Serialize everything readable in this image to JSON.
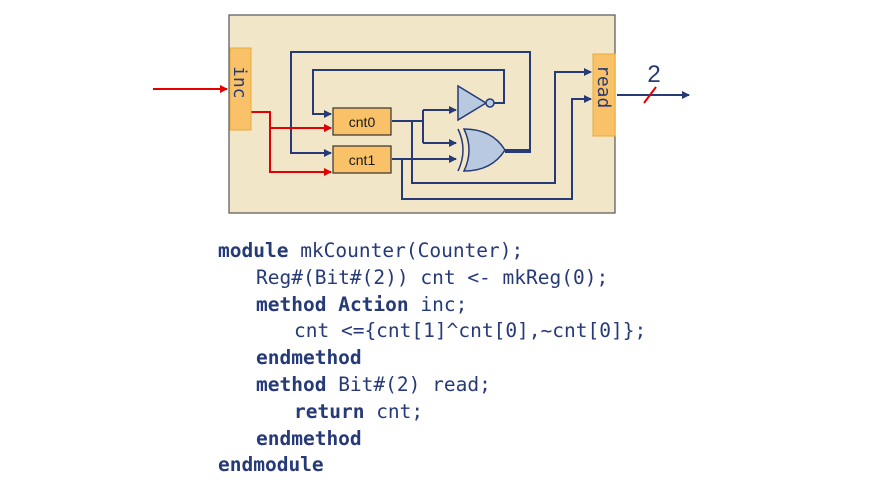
{
  "diagram": {
    "port_inc": "inc",
    "port_read": "read",
    "reg_cnt0": "cnt0",
    "reg_cnt1": "cnt1",
    "bus_width": "2"
  },
  "code": {
    "lines": [
      {
        "indent": 0,
        "segments": [
          {
            "kw": true,
            "text": "module"
          },
          {
            "kw": false,
            "text": " mkCounter(Counter);"
          }
        ]
      },
      {
        "indent": 1,
        "segments": [
          {
            "kw": false,
            "text": "Reg#(Bit#(2)) cnt <- mkReg(0);"
          }
        ]
      },
      {
        "indent": 1,
        "segments": [
          {
            "kw": true,
            "text": "method"
          },
          {
            "kw": false,
            "text": " "
          },
          {
            "kw": true,
            "text": "Action"
          },
          {
            "kw": false,
            "text": " inc;"
          }
        ]
      },
      {
        "indent": 2,
        "segments": [
          {
            "kw": false,
            "text": "cnt <={cnt[1]^cnt[0],~cnt[0]};"
          }
        ]
      },
      {
        "indent": 1,
        "segments": [
          {
            "kw": true,
            "text": "endmethod"
          }
        ]
      },
      {
        "indent": 1,
        "segments": [
          {
            "kw": true,
            "text": "method"
          },
          {
            "kw": false,
            "text": " Bit#(2) read;"
          }
        ]
      },
      {
        "indent": 2,
        "segments": [
          {
            "kw": true,
            "text": "return"
          },
          {
            "kw": false,
            "text": " cnt;"
          }
        ]
      },
      {
        "indent": 1,
        "segments": [
          {
            "kw": true,
            "text": "endmethod"
          }
        ]
      },
      {
        "indent": 0,
        "segments": [
          {
            "kw": true,
            "text": "endmodule"
          }
        ]
      }
    ]
  },
  "colors": {
    "wire": "#263a78",
    "signal": "#e30000",
    "module_fill": "#f2e6c9",
    "port_fill": "#f9c268",
    "register_fill": "#f9c268"
  }
}
